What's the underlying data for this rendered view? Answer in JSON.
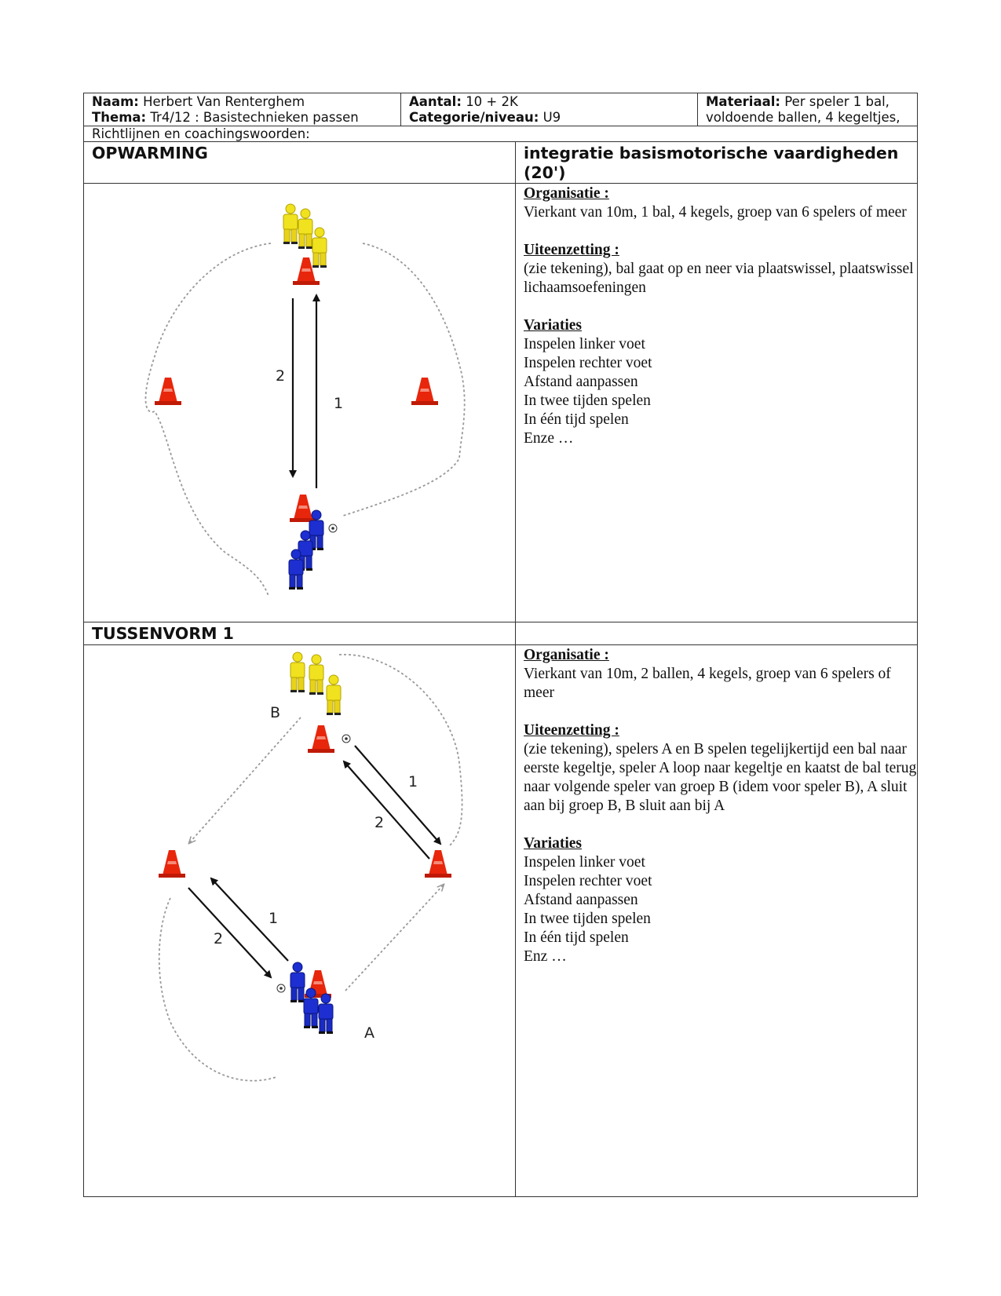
{
  "header": {
    "naam_label": "Naam:",
    "naam_value": "Herbert Van Renterghem",
    "thema_label": "Thema:",
    "thema_value": "Tr4/12 : Basistechnieken passen",
    "aantal_label": "Aantal:",
    "aantal_value": "10 + 2K",
    "categorie_label": "Categorie/niveau:",
    "categorie_value": "U9",
    "materiaal_label": "Materiaal:",
    "materiaal_value": "Per speler 1 bal, voldoende ballen, 4 kegeltjes,",
    "richtlijnen": "Richtlijnen en coachingswoorden:"
  },
  "section1": {
    "title": "OPWARMING",
    "subtitle": "integratie basismotorische vaardigheden (20')",
    "org_heading": "Organisatie :",
    "org_text": "Vierkant van 10m, 1 bal, 4 kegels, groep van 6 spelers of meer",
    "uit_heading": "Uiteenzetting :",
    "uit_text": "(zie tekening),  bal gaat op en neer via plaatswissel, plaatswissel lichaamsoefeningen",
    "var_heading": "Variaties",
    "variations": [
      "Inspelen linker voet",
      "Inspelen rechter voet",
      "Afstand aanpassen",
      "In twee tijden spelen",
      "In één tijd spelen",
      "Enze …"
    ],
    "diagram_labels": {
      "arrow_down": "2",
      "arrow_up": "1"
    }
  },
  "section2": {
    "title": "TUSSENVORM 1",
    "org_heading": "Organisatie :",
    "org_text": "Vierkant van 10m, 2 ballen, 4 kegels, groep van 6 spelers of meer",
    "uit_heading": "Uiteenzetting :",
    "uit_text": "(zie tekening), spelers A en B spelen tegelijkertijd een bal naar eerste kegeltje, speler A loop naar kegeltje en kaatst de bal terug naar volgende speler van groep B (idem voor speler B), A sluit aan bij groep B, B sluit aan bij A",
    "var_heading": "Variaties",
    "variations": [
      "Inspelen linker voet",
      "Inspelen rechter voet",
      "Afstand aanpassen",
      "In twee tijden spelen",
      "In één tijd spelen",
      "Enz …"
    ],
    "diagram_labels": {
      "group_b": "B",
      "group_a": "A",
      "arrow_right_1": "1",
      "arrow_right_2": "2",
      "arrow_left_1": "1",
      "arrow_left_2": "2"
    }
  },
  "colors": {
    "cone": "#e8260c",
    "yellow_player": "#f1e21f",
    "blue_player": "#1d2fd0",
    "dashed_path": "#9a9a9a",
    "border": "#333333"
  }
}
